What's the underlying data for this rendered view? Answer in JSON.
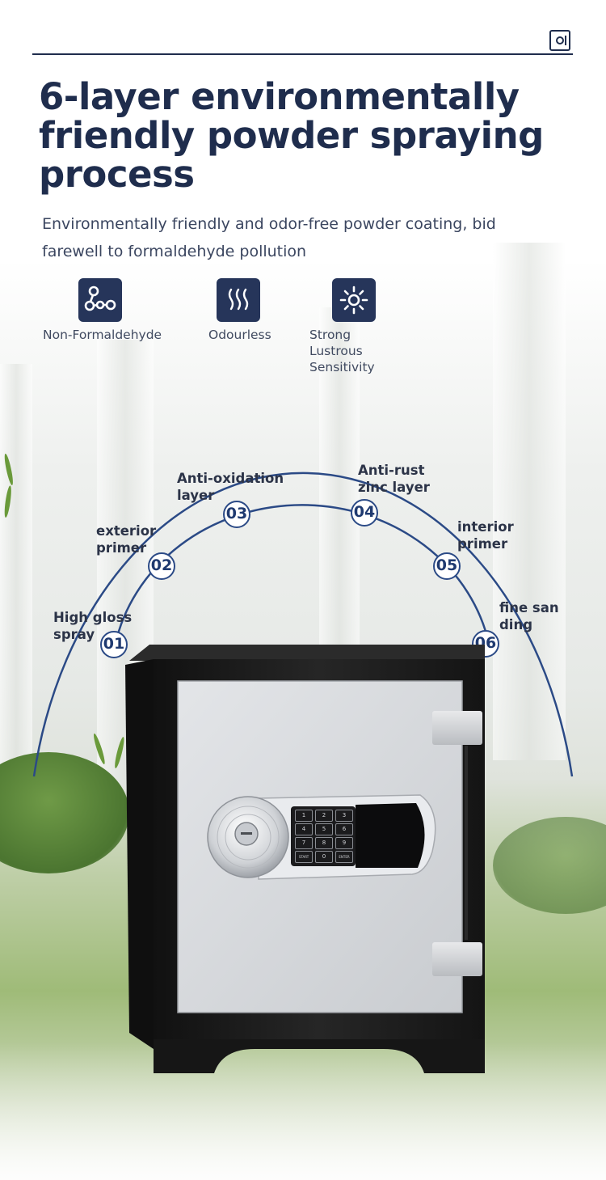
{
  "header": {
    "title": "6-layer environmentally friendly powder spraying process",
    "subtitle": "Environmentally friendly and odor-free powder coating, bid farewell to formaldehyde pollution"
  },
  "features": [
    {
      "icon": "molecule-icon",
      "label": "Non-Formaldehyde"
    },
    {
      "icon": "odor-waves-icon",
      "label": "Odourless"
    },
    {
      "icon": "sun-shine-icon",
      "label": "Strong Lustrous\nSensitivity"
    }
  ],
  "layers": [
    {
      "num": "01",
      "label": "High gloss\nspray"
    },
    {
      "num": "02",
      "label": "exterior\nprimer"
    },
    {
      "num": "03",
      "label": "Anti-oxidation\nlayer"
    },
    {
      "num": "04",
      "label": "Anti-rust\nzinc layer"
    },
    {
      "num": "05",
      "label": "interior\nprimer"
    },
    {
      "num": "06",
      "label": "fine san\nding"
    }
  ],
  "keypad": {
    "keys": [
      "1",
      "2",
      "3",
      "4",
      "5",
      "6",
      "7",
      "8",
      "9",
      "START",
      "0",
      "ENTER"
    ]
  },
  "colors": {
    "navy": "#1f2d4d",
    "icon_bg": "#26355a",
    "arc_blue": "#2b4a86",
    "safe_body": "#1b1b1b",
    "safe_door": "#d6d8db"
  }
}
